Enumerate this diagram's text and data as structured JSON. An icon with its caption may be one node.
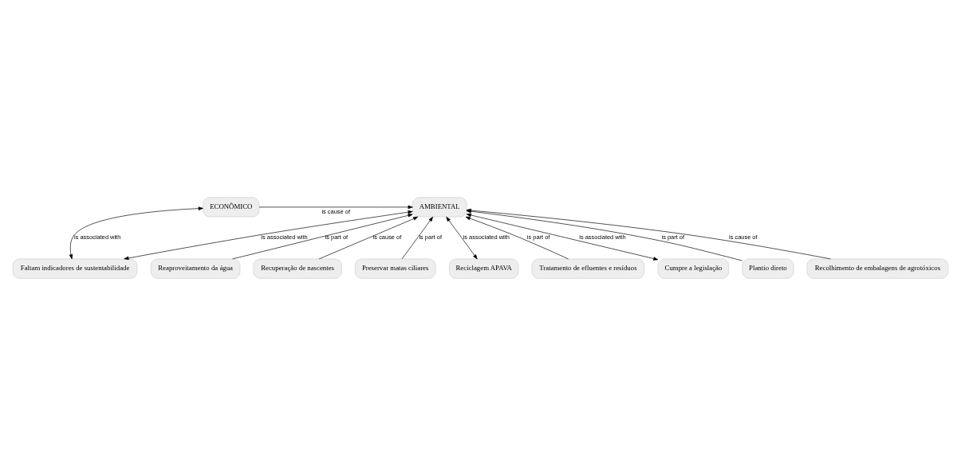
{
  "diagram": {
    "nodes": [
      {
        "text": [
          "ECONÔMICO"
        ]
      },
      {
        "text": [
          "AMBIENTAL"
        ]
      },
      {
        "text": [
          "Reaproveitamento da água"
        ]
      },
      {
        "text": [
          "Recuperação de nascentes"
        ]
      },
      {
        "text": [
          "Faltam indicadores de sustentabilidade"
        ]
      },
      {
        "text": [
          "Preservar matas ciliares"
        ]
      },
      {
        "text": [
          "Reciclagem APAVA"
        ]
      },
      {
        "text": [
          "Tratamento de efluentes e resíduos"
        ]
      },
      {
        "text": [
          "Cumpre a legislação"
        ]
      },
      {
        "text": [
          "Plantio direto"
        ]
      },
      {
        "text": [
          "Recolhimento de embalagens de agrotóxicos"
        ]
      }
    ],
    "edges": [
      {
        "from": 0,
        "to": 1,
        "arrow": "to",
        "label": "is cause of"
      },
      {
        "from": 2,
        "to": 1,
        "arrow": "to",
        "label": "is part of"
      },
      {
        "from": 3,
        "to": 1,
        "arrow": "to",
        "label": "is cause of"
      },
      {
        "from": 4,
        "to": 0,
        "arrow": "both",
        "label": "is associated with"
      },
      {
        "from": 4,
        "to": 1,
        "arrow": "both",
        "label": "is associated with"
      },
      {
        "from": 5,
        "to": 1,
        "arrow": "to",
        "label": "is part of"
      },
      {
        "from": 6,
        "to": 1,
        "arrow": "both",
        "label": "is associated with"
      },
      {
        "from": 8,
        "to": 1,
        "arrow": "both",
        "label": "is associated with"
      },
      {
        "from": 7,
        "to": 1,
        "arrow": "to",
        "label": "is part of"
      },
      {
        "from": 9,
        "to": 1,
        "arrow": "to",
        "label": "is part of"
      },
      {
        "from": 10,
        "to": 1,
        "arrow": "to",
        "label": "is cause of"
      }
    ]
  }
}
